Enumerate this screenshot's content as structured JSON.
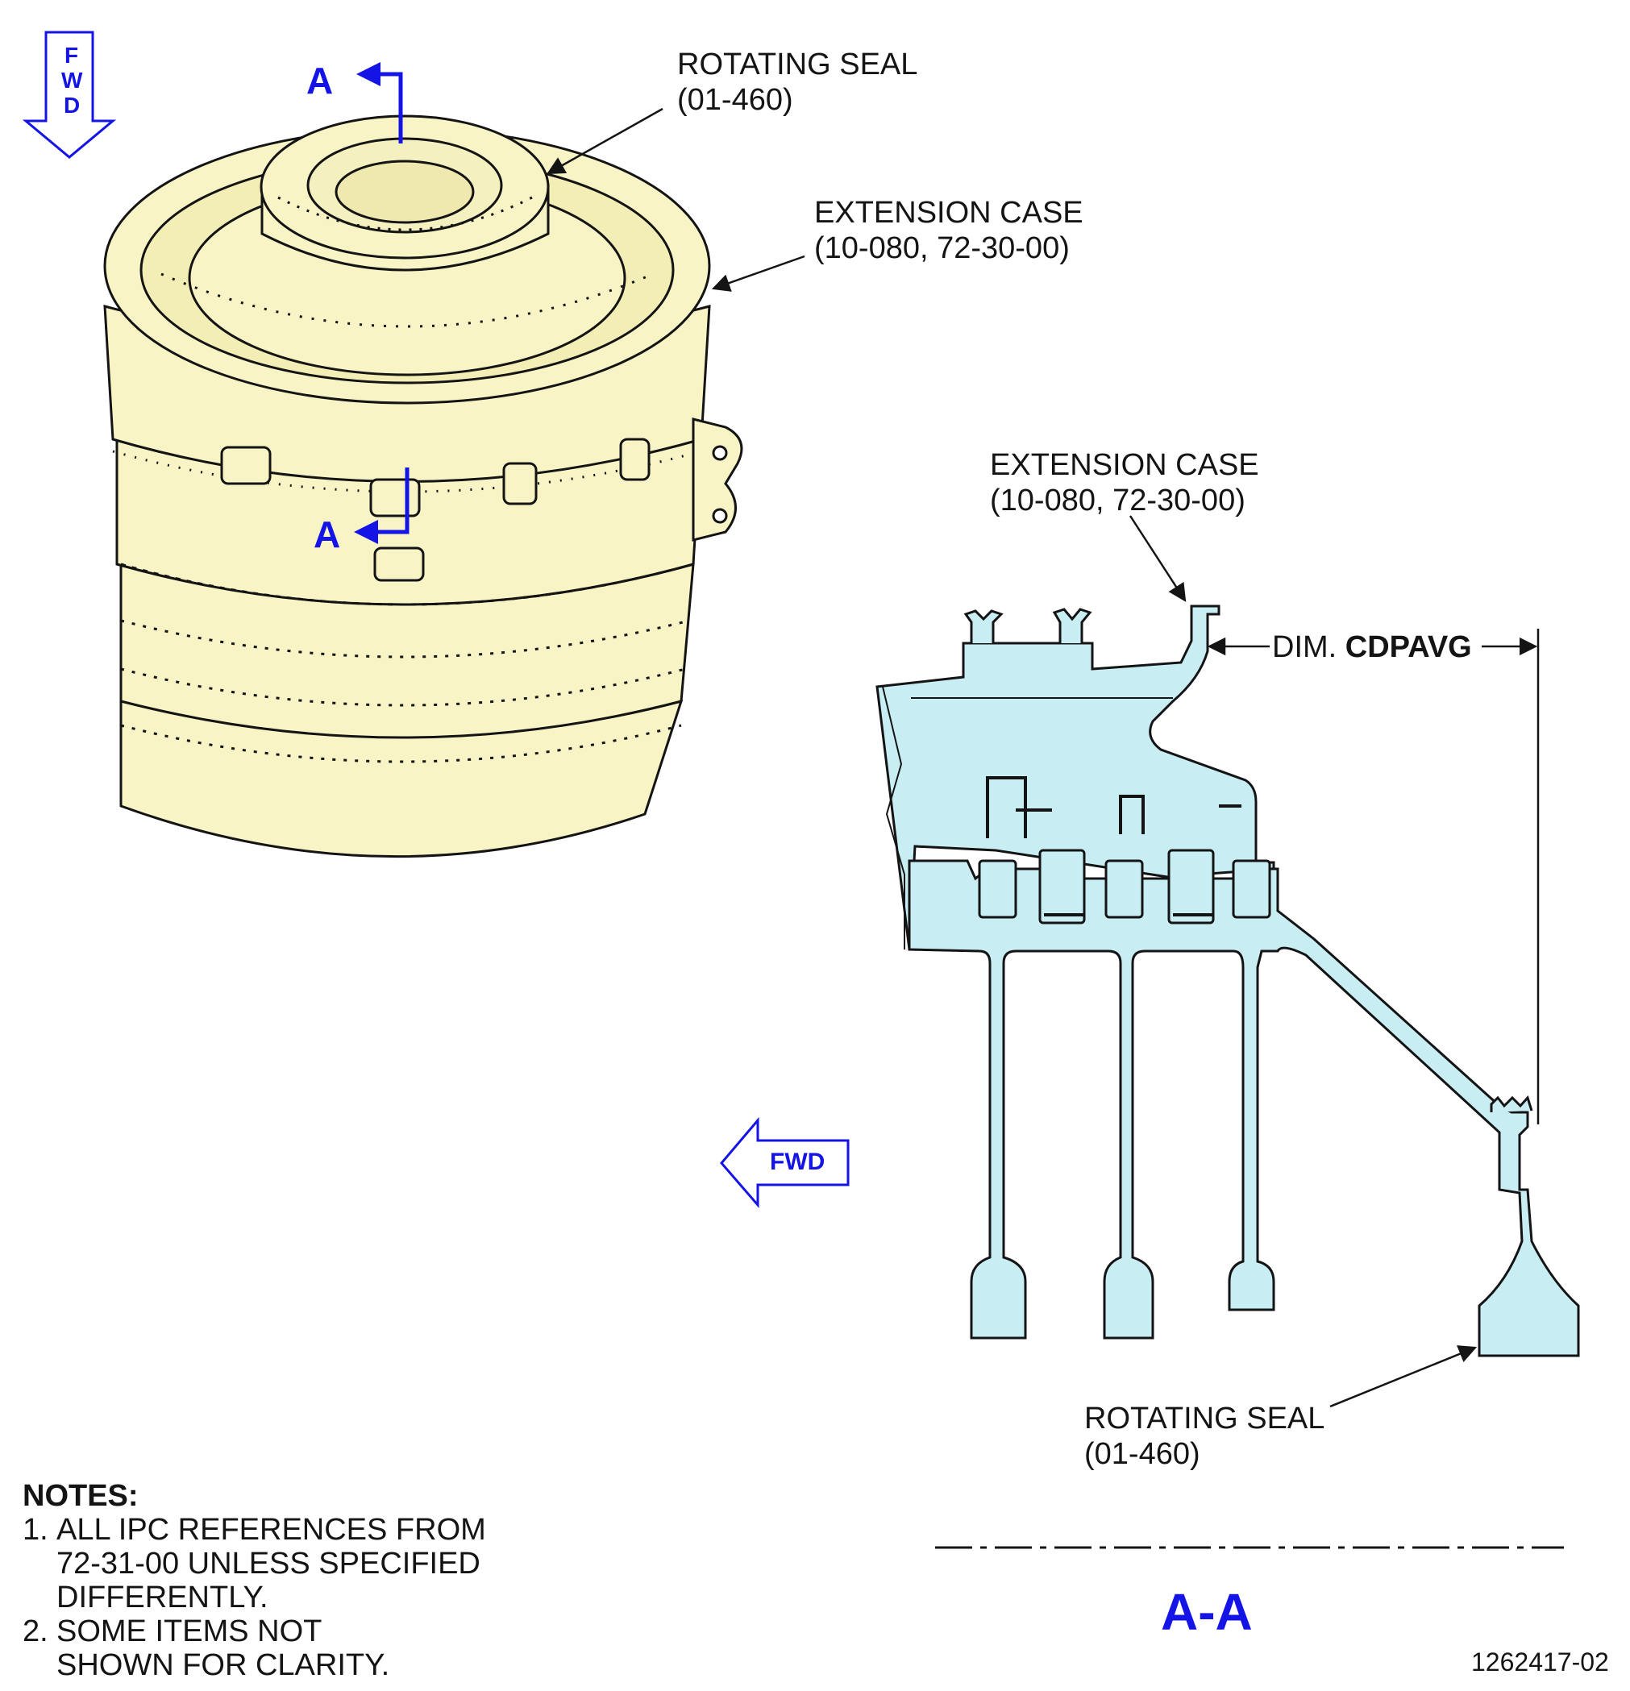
{
  "iso_view": {
    "fwd_arrow_letters": [
      "F",
      "W",
      "D"
    ],
    "section_marker_top": "A",
    "section_marker_bottom": "A",
    "rotating_seal": {
      "name": "ROTATING SEAL",
      "ref": "(01-460)"
    },
    "extension_case": {
      "name": "EXTENSION CASE",
      "ref": "(10-080, 72-30-00)"
    }
  },
  "section_view": {
    "extension_case": {
      "name": "EXTENSION CASE",
      "ref": "(10-080, 72-30-00)"
    },
    "dimension": {
      "prefix": "DIM.",
      "code": "CDPAVG"
    },
    "fwd_label": "FWD",
    "rotating_seal": {
      "name": "ROTATING SEAL",
      "ref": "(01-460)"
    },
    "title": "A-A"
  },
  "notes": {
    "heading": "NOTES:",
    "items": [
      {
        "num": "1.",
        "lines": [
          "ALL IPC REFERENCES FROM",
          "72-31-00 UNLESS SPECIFIED",
          "DIFFERENTLY."
        ]
      },
      {
        "num": "2.",
        "lines": [
          "SOME ITEMS NOT",
          "SHOWN FOR CLARITY."
        ]
      }
    ]
  },
  "figure_id": "1262417-02",
  "colors": {
    "assembly_fill": "#f8f4c6",
    "section_fill": "#c8eef4",
    "marker_blue": "#1414e6",
    "ink": "#141414"
  }
}
